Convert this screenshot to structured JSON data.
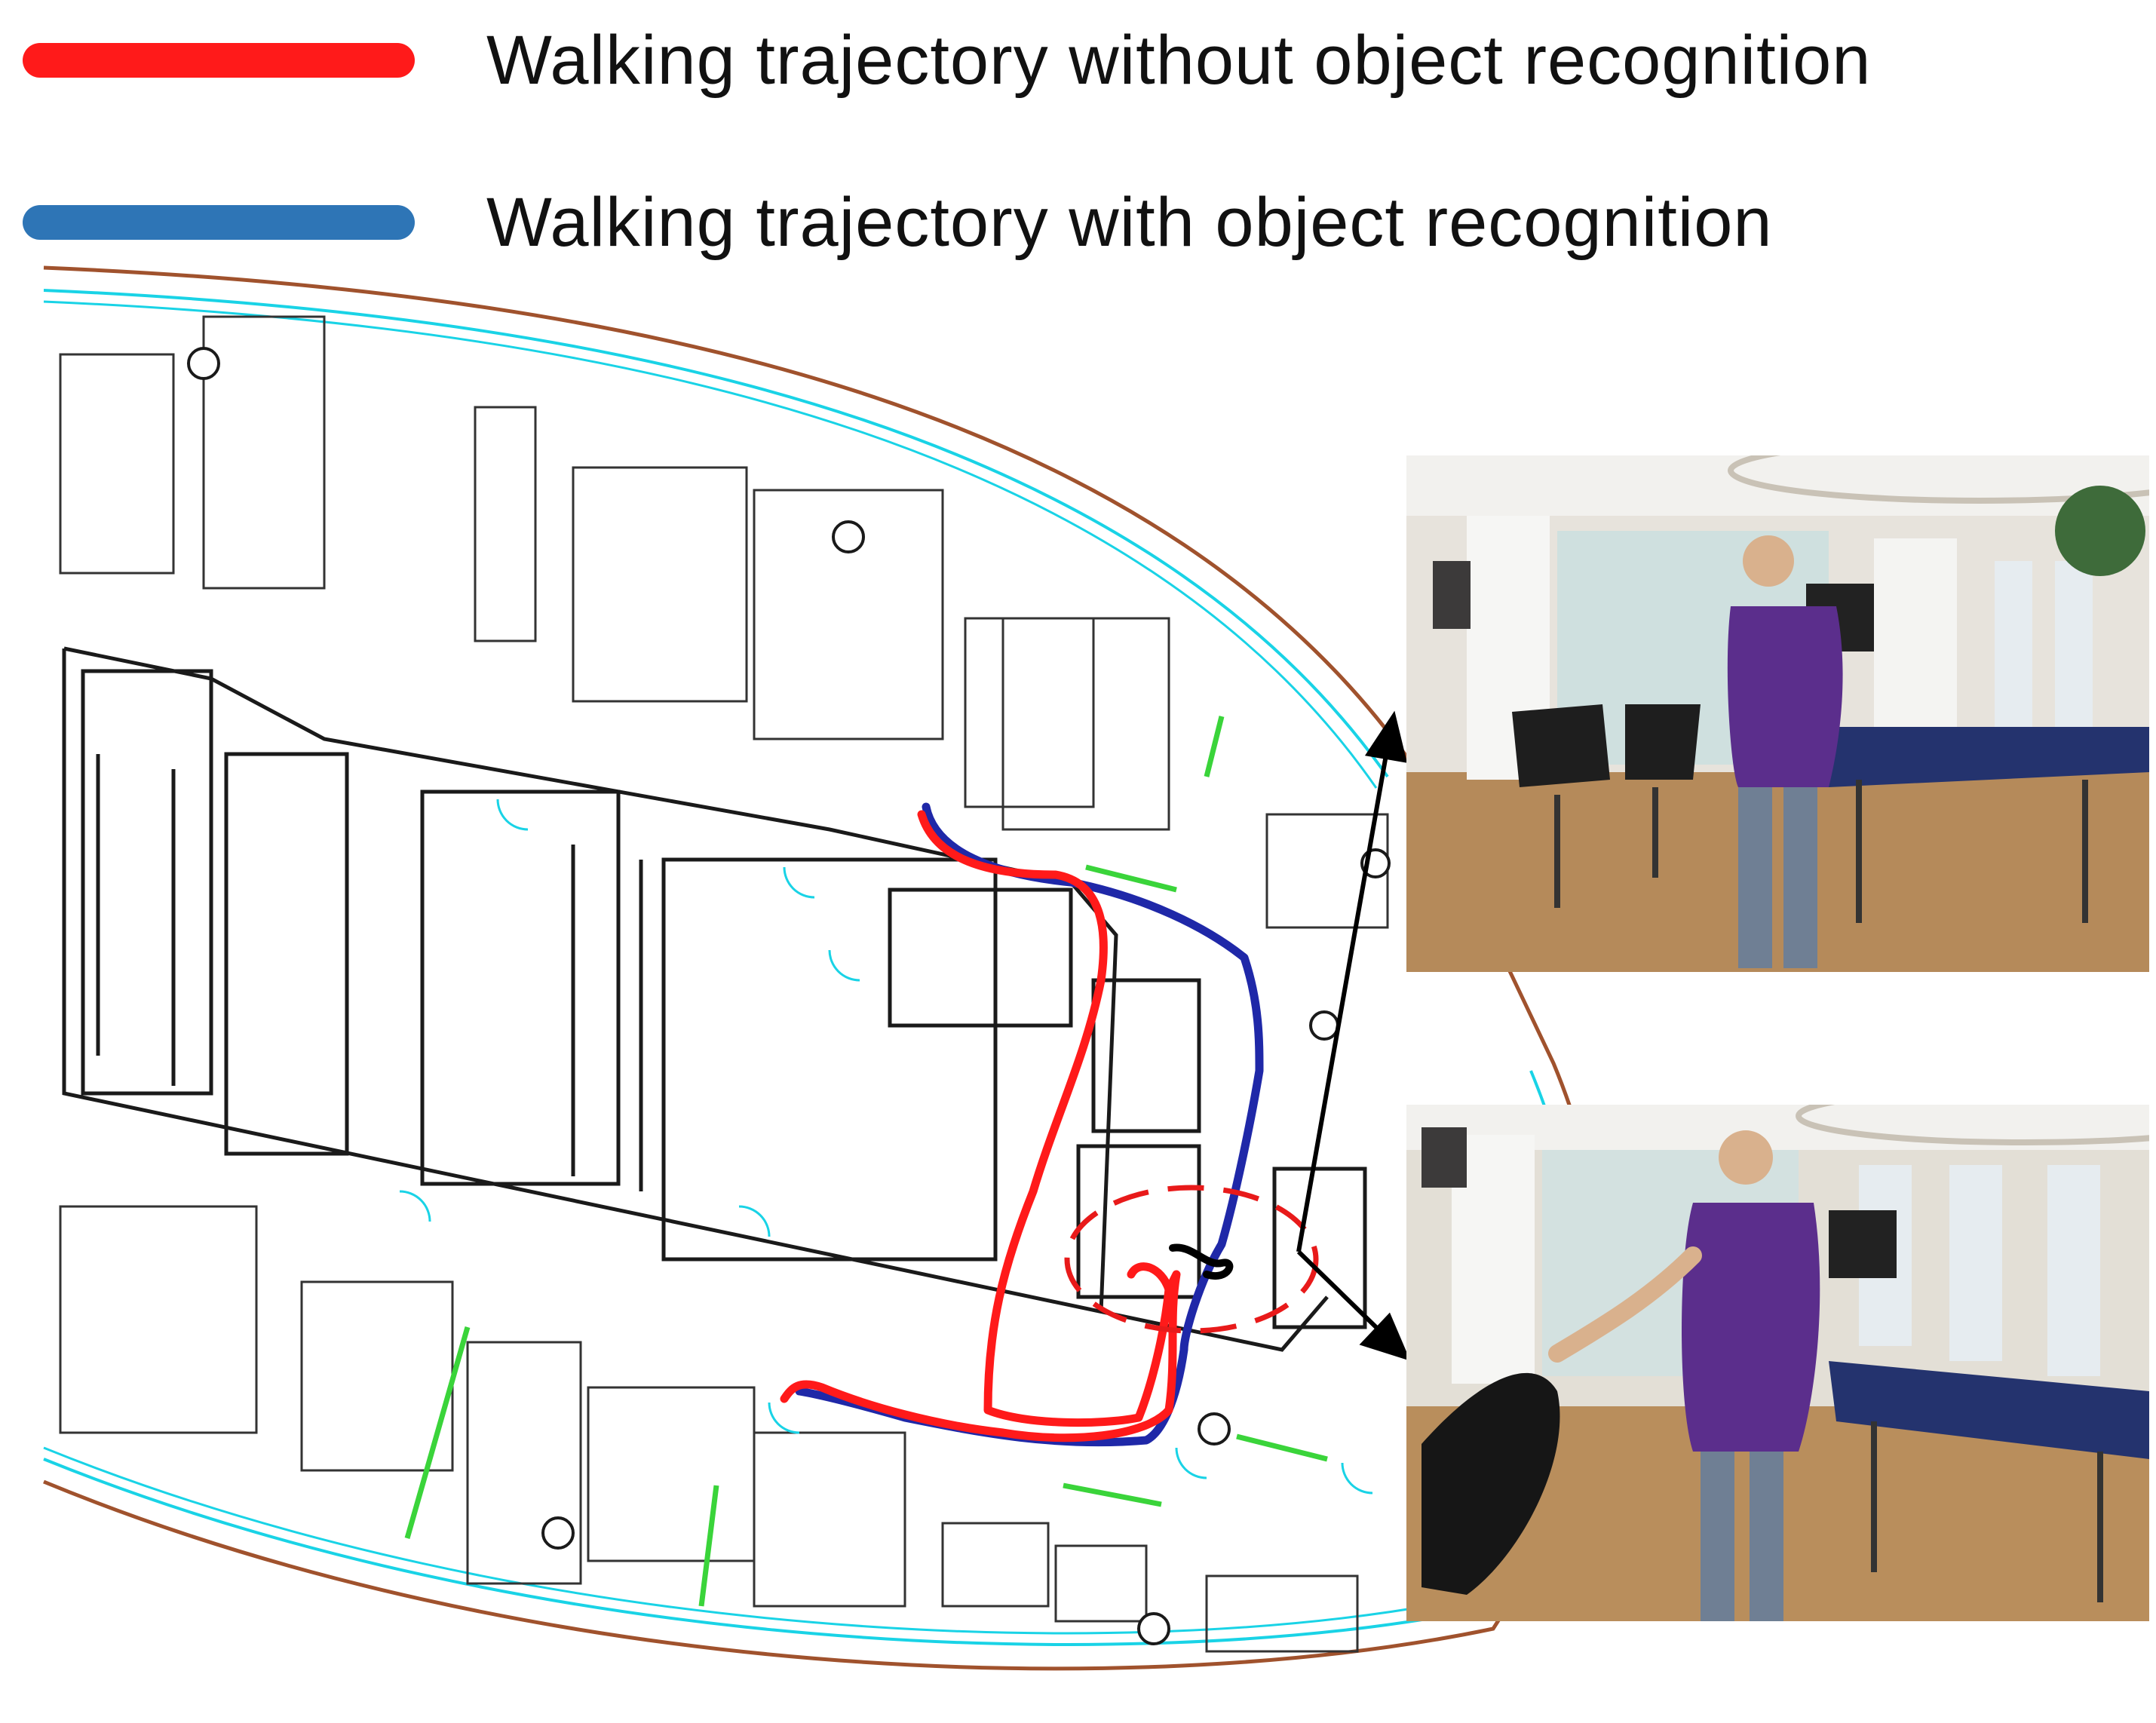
{
  "legend": {
    "items": [
      {
        "label": "Walking trajectory without object recognition",
        "color": "#ff1a1a"
      },
      {
        "label": "Walking trajectory with object recognition",
        "color": "#2e75b6"
      }
    ]
  },
  "trajectories": {
    "without_recognition_color": "#ff1a1a",
    "with_recognition_color": "#1f28a8"
  },
  "floorplan": {
    "wall_color": "#1a1a1a",
    "glass_color": "#19d3e6",
    "outer_shell_color": "#a0522d",
    "door_color": "#19d3e6",
    "partition_color": "#3ad43a"
  },
  "markers": {
    "highlight_ellipse_color": "#e81a1a",
    "arrow_color": "#000000"
  },
  "photos": {
    "top": {
      "icon": "office-photo-person-near-chairs"
    },
    "bottom": {
      "icon": "office-photo-person-moving-chair"
    }
  }
}
